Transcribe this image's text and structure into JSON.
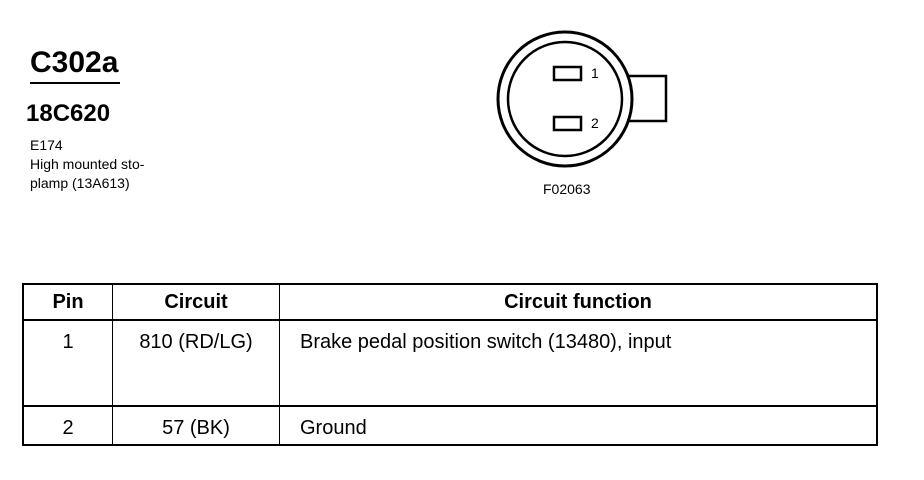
{
  "connector": {
    "id": "C302a",
    "part_number": "18C620",
    "component_code": "E174",
    "description_lines": [
      "High mounted sto-",
      "plamp (13A613)"
    ]
  },
  "diagram": {
    "figure_id": "F02063",
    "pin_labels": [
      "1",
      "2"
    ]
  },
  "table": {
    "headers": [
      "Pin",
      "Circuit",
      "Circuit function"
    ],
    "rows": [
      {
        "pin": "1",
        "circuit": "810 (RD/LG)",
        "function": "Brake pedal position switch (13480), input"
      },
      {
        "pin": "2",
        "circuit": "57 (BK)",
        "function": "Ground"
      }
    ]
  }
}
